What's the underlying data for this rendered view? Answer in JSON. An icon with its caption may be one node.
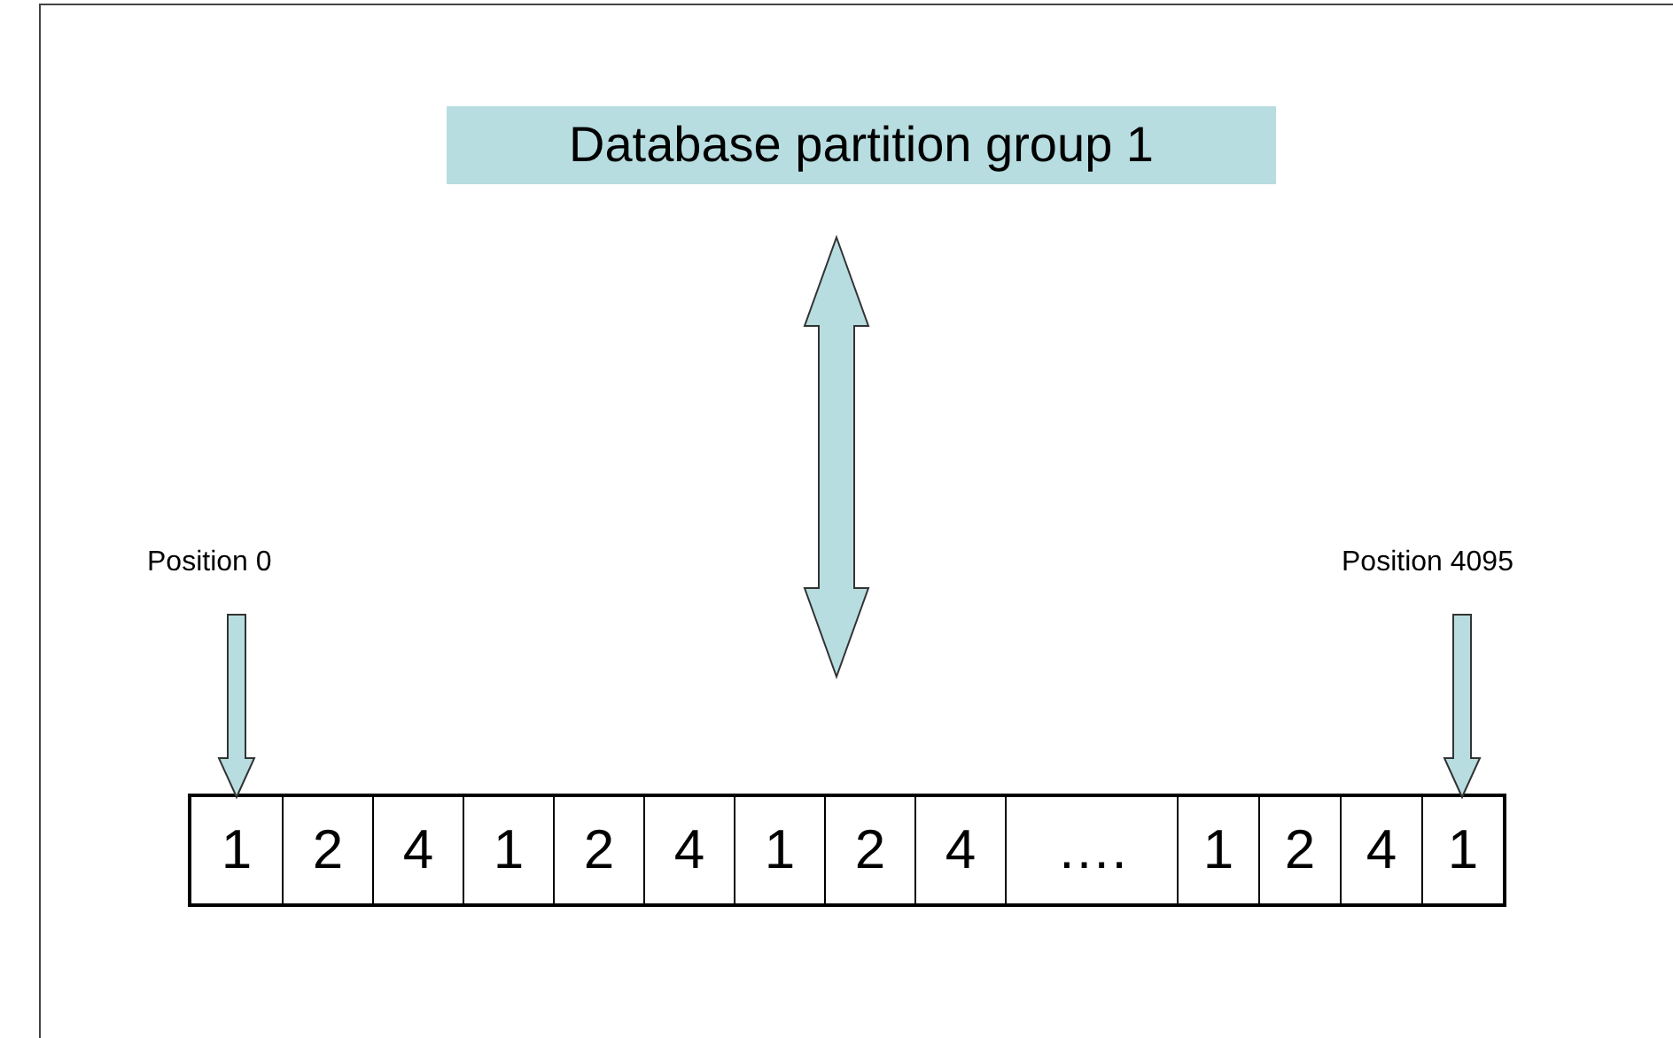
{
  "diagram": {
    "nodes": [
      {
        "text": [
          "Database partition group 1"
        ]
      },
      {
        "text": [],
        "shape": "bar"
      },
      {
        "text": [
          "1"
        ],
        "in": 1
      },
      {
        "text": [
          "2"
        ],
        "in": 1
      },
      {
        "text": [
          "4"
        ],
        "in": 1
      },
      {
        "text": [
          "1"
        ],
        "in": 1
      },
      {
        "text": [
          "2"
        ],
        "in": 1
      },
      {
        "text": [
          "4"
        ],
        "in": 1
      },
      {
        "text": [
          "1"
        ],
        "in": 1
      },
      {
        "text": [
          "2"
        ],
        "in": 1
      },
      {
        "text": [
          "4"
        ],
        "in": 1
      },
      {
        "text": [
          "…."
        ],
        "in": 1
      },
      {
        "text": [
          "1"
        ],
        "in": 1
      },
      {
        "text": [
          "2"
        ],
        "in": 1
      },
      {
        "text": [
          "4"
        ],
        "in": 1
      },
      {
        "text": [
          "1"
        ],
        "in": 1
      },
      {
        "text": [
          "Position 0"
        ]
      },
      {
        "text": [
          "Position 4095"
        ]
      }
    ],
    "edges": [
      {
        "from": 0,
        "to": 1,
        "arrow": "both"
      },
      {
        "from": 16,
        "to": 2,
        "arrow": "to"
      },
      {
        "from": 17,
        "to": 15,
        "arrow": "to"
      }
    ]
  }
}
